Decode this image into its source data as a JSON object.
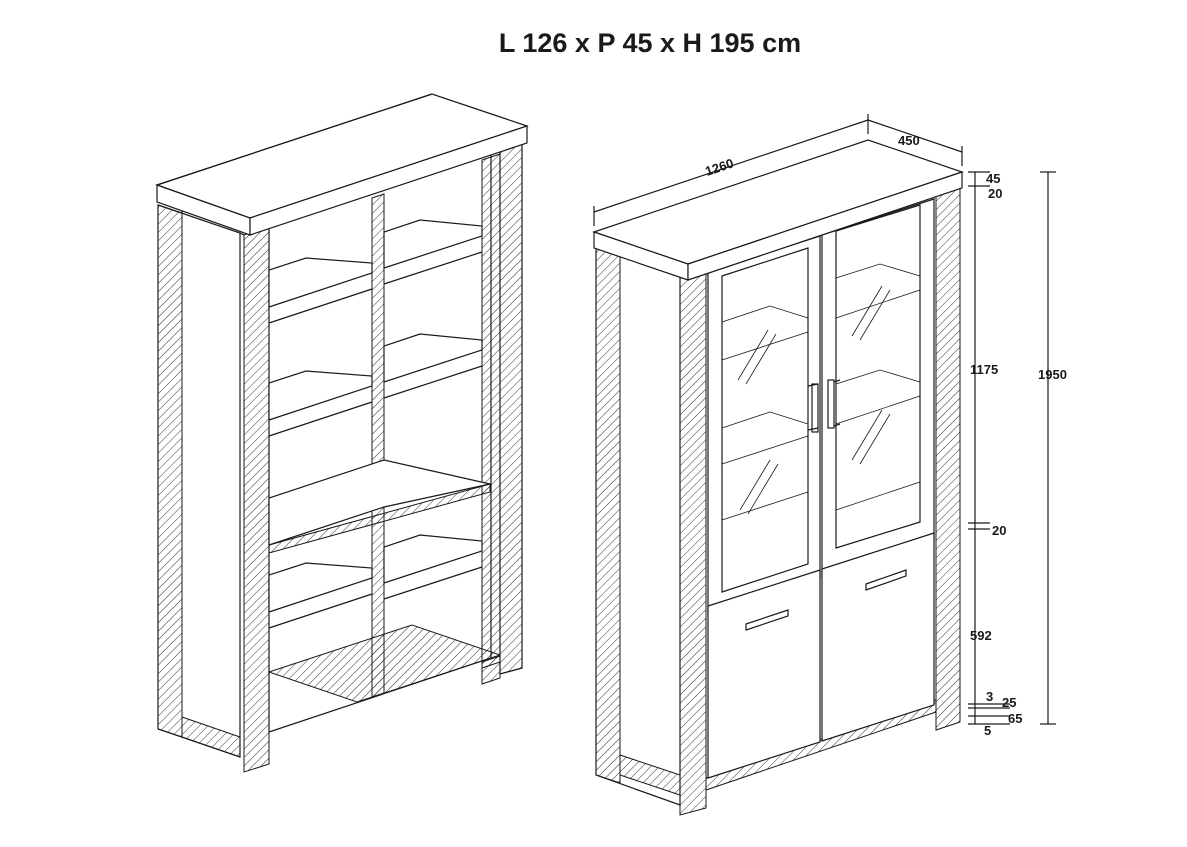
{
  "title": "L 126 x P 45 x H 195 cm",
  "dimensions": {
    "width": "1260",
    "depth": "450",
    "top_thickness": "45",
    "top_gap": "20",
    "glass_section": "1175",
    "mid_rail": "20",
    "lower_section": "592",
    "gap_3": "3",
    "gap_25": "25",
    "plinth": "65",
    "gap_5": "5",
    "total_height": "1950"
  }
}
